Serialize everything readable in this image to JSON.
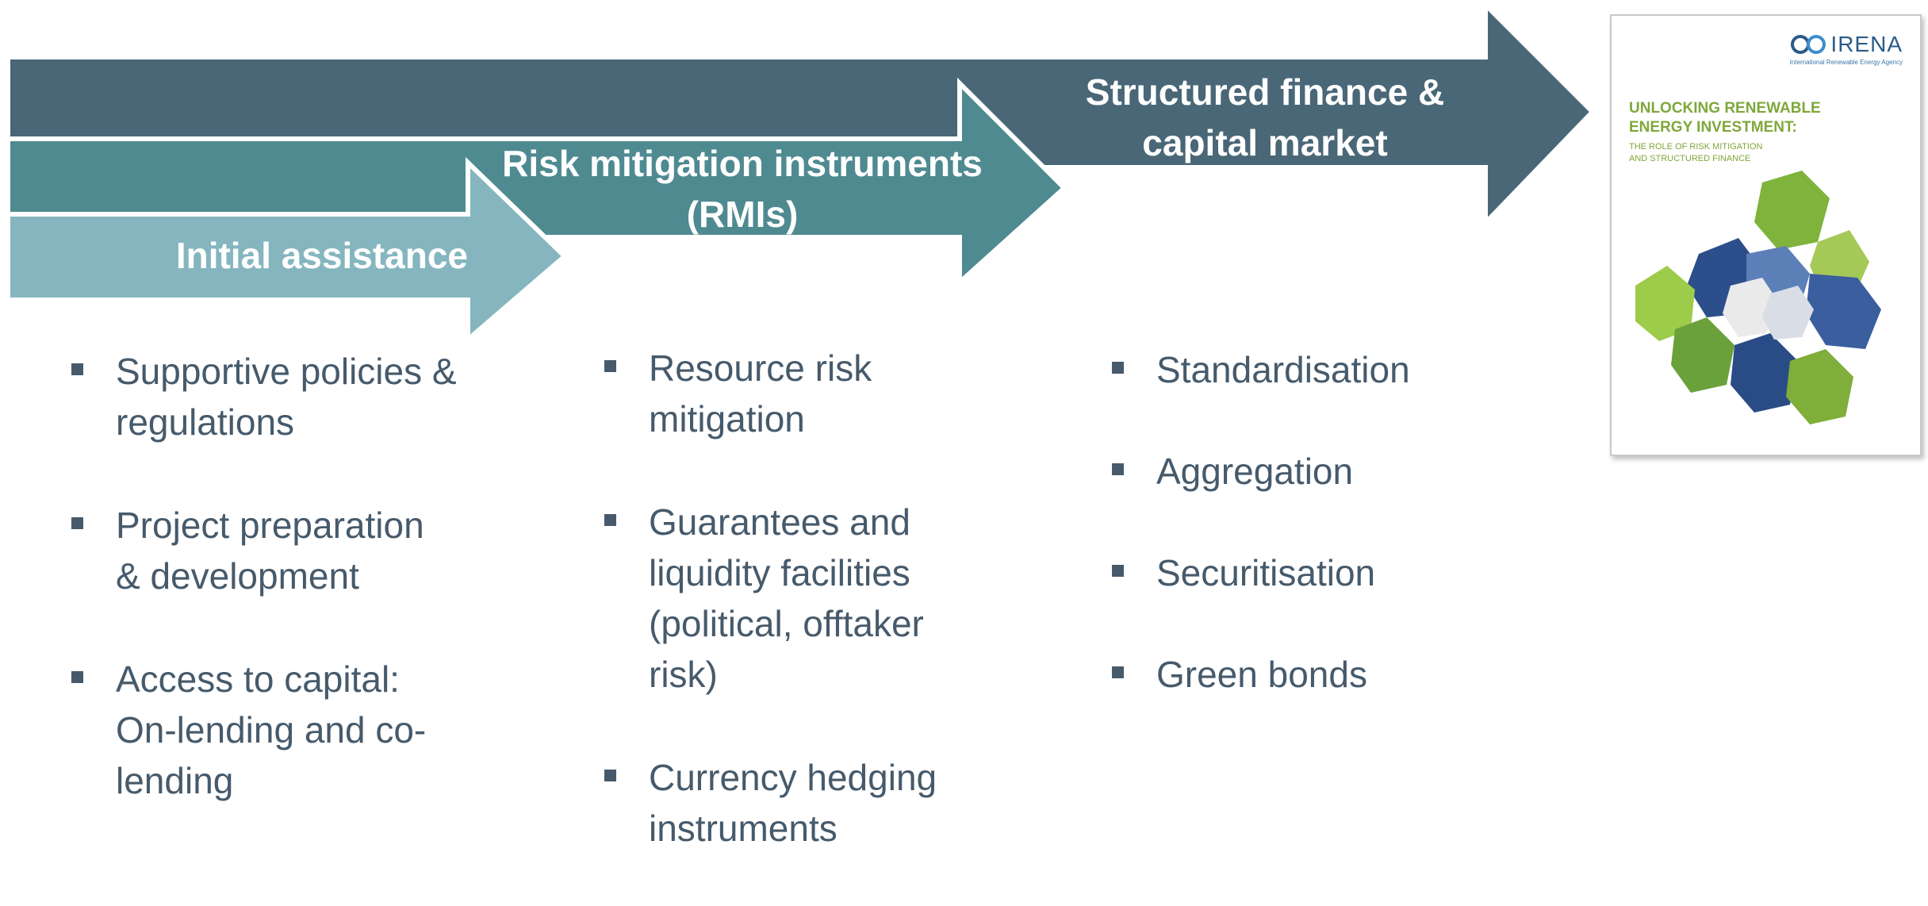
{
  "arrows": [
    {
      "label_lines": [
        "Structured finance &",
        "capital market"
      ],
      "color": "#496777"
    },
    {
      "label_lines": [
        "Risk mitigation instruments",
        "(RMIs)"
      ],
      "color": "#4f8a91"
    },
    {
      "label_lines": [
        "Initial assistance"
      ],
      "color": "#85b6bf"
    }
  ],
  "columns": [
    {
      "items": [
        {
          "lines": [
            "Supportive policies &",
            "regulations"
          ]
        },
        {
          "lines": [
            "Project preparation",
            "& development"
          ]
        },
        {
          "lines": [
            "Access to capital:",
            "On-lending and co-",
            "lending"
          ]
        }
      ]
    },
    {
      "items": [
        {
          "lines": [
            "Resource risk",
            "mitigation"
          ]
        },
        {
          "lines": [
            "Guarantees and",
            "liquidity facilities",
            "(political, offtaker",
            "risk)"
          ]
        },
        {
          "lines": [
            "Currency hedging",
            "instruments"
          ]
        }
      ]
    },
    {
      "items": [
        {
          "lines": [
            "Standardisation"
          ]
        },
        {
          "lines": [
            "Aggregation"
          ]
        },
        {
          "lines": [
            "Securitisation"
          ]
        },
        {
          "lines": [
            "Green bonds"
          ]
        }
      ]
    }
  ],
  "cover": {
    "logo_text": "IRENA",
    "logo_sub": "International Renewable Energy Agency",
    "title_lines": [
      "UNLOCKING RENEWABLE",
      "ENERGY INVESTMENT:"
    ],
    "subtitle_lines": [
      "THE ROLE OF RISK MITIGATION",
      "AND STRUCTURED FINANCE"
    ],
    "title_color": "#7ea83a",
    "logo_color": "#2a5b87"
  }
}
